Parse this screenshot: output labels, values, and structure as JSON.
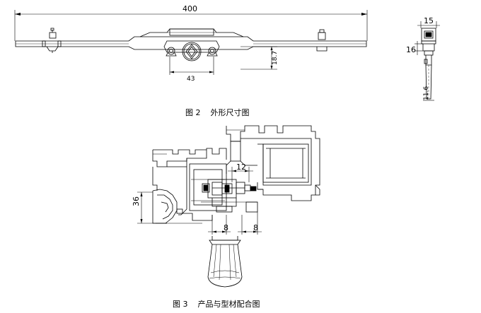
{
  "figure2": {
    "caption": "图 2    外形尺寸图",
    "dims": {
      "length": "400",
      "width": "15",
      "height": "16",
      "offset": "18.7",
      "center_span": "43",
      "lower": "11.6"
    }
  },
  "figure3": {
    "caption": "图 3    产品与型材配合图",
    "dims": {
      "gap": "12",
      "height": "36",
      "left": "8",
      "right": "8"
    }
  }
}
